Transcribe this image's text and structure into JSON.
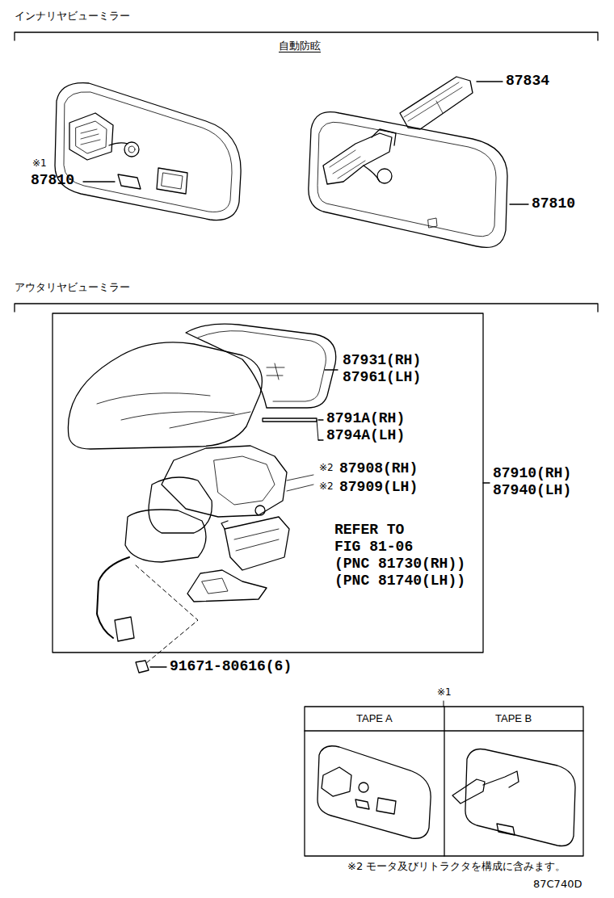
{
  "diagram": {
    "labels": [
      "インナリヤビューミラー",
      "自動防眩",
      "※1",
      "87810",
      "87834",
      "87810",
      "アウタリヤビューミラー",
      "87931(RH)",
      "87961(LH)",
      "8791A(RH)",
      "8794A(LH)",
      "※2",
      "87908(RH)",
      "※2",
      "87909(LH)",
      "87910(RH)",
      "87940(LH)",
      "REFER TO",
      "FIG 81-06",
      "(PNC 81730(RH))",
      "(PNC 81740(LH))",
      "91671-80616(6)",
      "※1",
      "TAPE A",
      "TAPE B",
      "※2 モータ及びリトラクタを構成に含みます。",
      "87C740D"
    ]
  }
}
